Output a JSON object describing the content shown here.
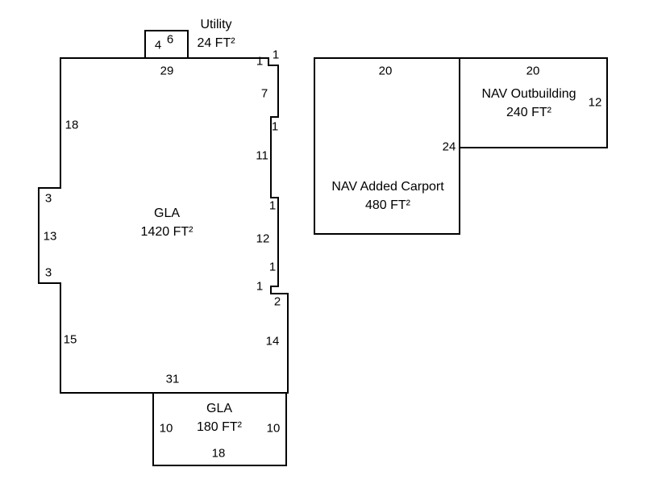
{
  "areas": {
    "gla_main": {
      "line1": "GLA",
      "line2": "1420 FT²"
    },
    "gla_lower": {
      "line1": "GLA",
      "line2": "180 FT²"
    },
    "utility": {
      "line1": "Utility",
      "line2": "24 FT²"
    },
    "carport": {
      "line1": "NAV Added Carport",
      "line2": "480 FT²"
    },
    "outbuilding": {
      "line1": "NAV Outbuilding",
      "line2": "240 FT²"
    }
  },
  "dims": {
    "main_top": "29",
    "main_left_upper": "18",
    "main_left_notch_top": "3",
    "main_left_notch_side": "13",
    "main_left_notch_bottom": "3",
    "main_left_lower": "15",
    "main_bottom": "31",
    "main_right": [
      "1",
      "1",
      "7",
      "1",
      "11",
      "1",
      "12",
      "1",
      "1",
      "2",
      "14"
    ],
    "utility_height": "4",
    "utility_width": "6",
    "lower_left": "10",
    "lower_right": "10",
    "lower_bottom": "18",
    "carport_top": "20",
    "carport_right": "24",
    "outbuilding_top": "20",
    "outbuilding_right": "12"
  },
  "colors": {
    "line": "#000000",
    "background": "#ffffff",
    "text": "#000000"
  }
}
